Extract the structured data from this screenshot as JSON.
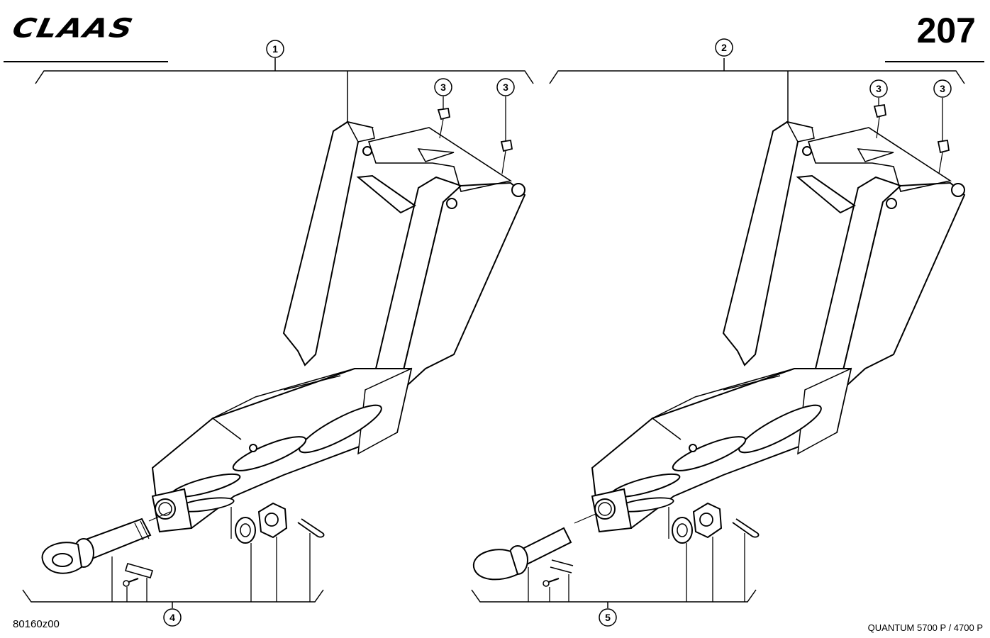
{
  "header": {
    "brand": "CLAAS",
    "page_number": "207"
  },
  "callouts": {
    "c1": "1",
    "c2": "2",
    "c3": "3",
    "c4": "4",
    "c5": "5"
  },
  "footer": {
    "drawing_id": "80160z00",
    "model": "QUANTUM 5700 P / 4700 P"
  }
}
